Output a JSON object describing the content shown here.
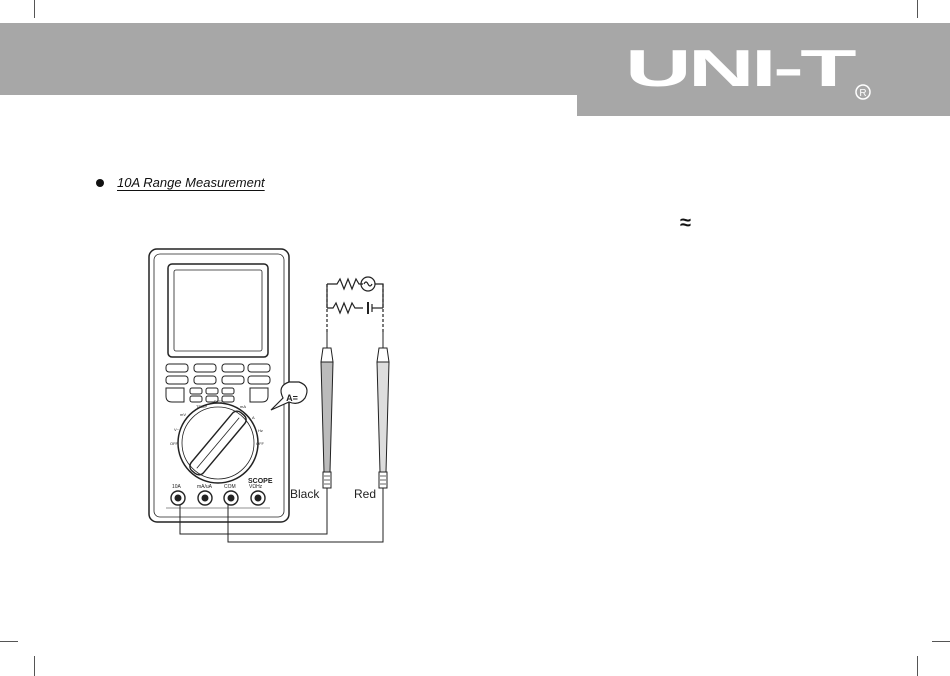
{
  "brand": {
    "logo_text": "UNI-T",
    "registered_mark": "R"
  },
  "section": {
    "heading": "10A Range Measurement",
    "symbol": "≈"
  },
  "figure": {
    "function_callout": "A=",
    "dial_labels": [
      "OFF",
      "SCOPE"
    ],
    "jacks": [
      "10A",
      "mA/uA",
      "COM",
      "VΩHz"
    ],
    "probe_black": "Black",
    "probe_red": "Red"
  }
}
